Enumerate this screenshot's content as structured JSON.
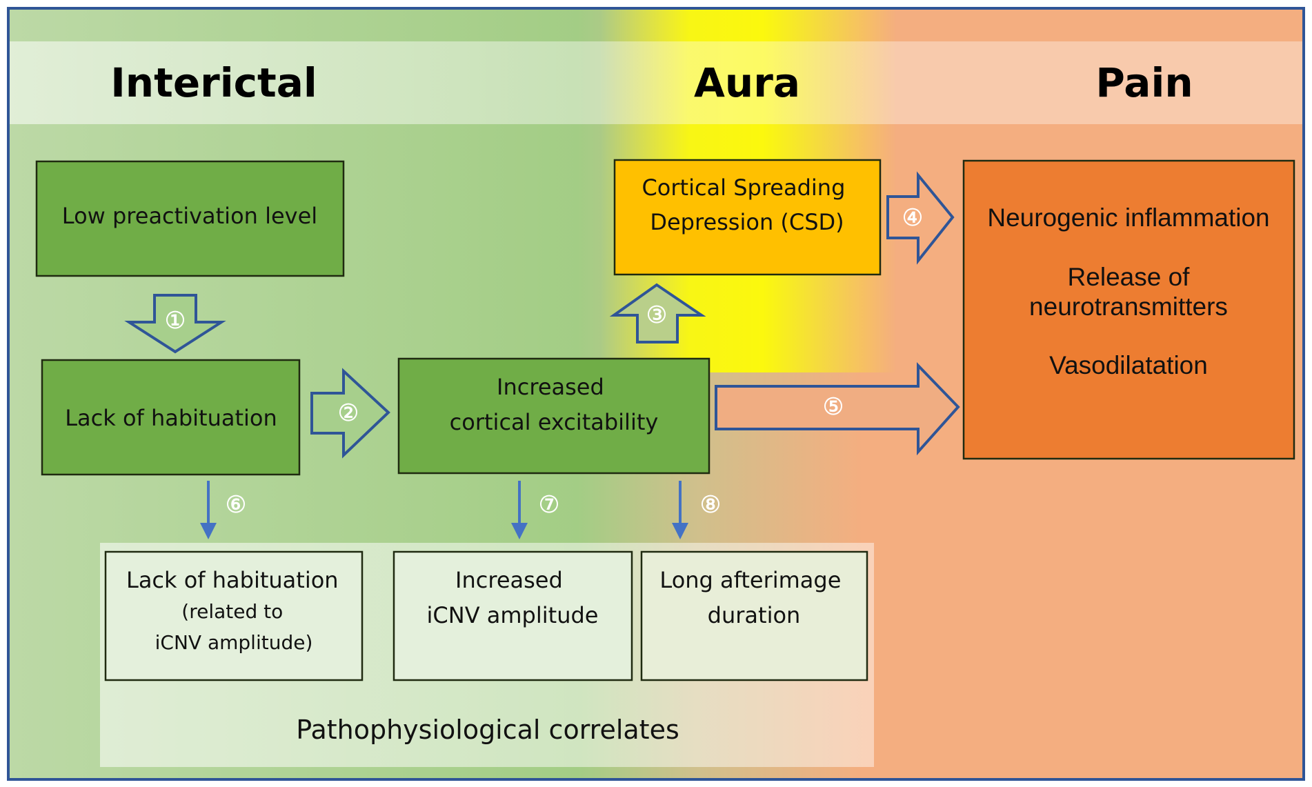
{
  "phases": {
    "interictal": "Interictal",
    "aura": "Aura",
    "pain": "Pain"
  },
  "boxes": {
    "low_preactivation": [
      "Low preactivation level"
    ],
    "lack_of_habituation": [
      "Lack of habituation"
    ],
    "increased_excitability": [
      "Increased",
      "cortical excitability"
    ],
    "csd": [
      "Cortical Spreading",
      "Depression (CSD)"
    ],
    "pain_effects": {
      "line1": "Neurogenic inflammation",
      "line2a": "Release of",
      "line2b": "neurotransmitters",
      "line3": "Vasodilatation"
    }
  },
  "correlates": {
    "title": "Pathophysiological correlates",
    "habituation": [
      "Lack of habituation",
      "(related to",
      "iCNV amplitude)"
    ],
    "icnv": [
      "Increased",
      "iCNV amplitude"
    ],
    "afterimage": [
      "Long afterimage",
      "duration"
    ]
  },
  "steps": [
    "①",
    "②",
    "③",
    "④",
    "⑤",
    "⑥",
    "⑦",
    "⑧"
  ],
  "colors": {
    "green_box": "#70ad47",
    "csd_box": "#ffc000",
    "pain_box": "#ed7d31",
    "arrow_outline": "#2f5597",
    "thin_arrow": "#4472c4",
    "frame": "#2f5597"
  }
}
